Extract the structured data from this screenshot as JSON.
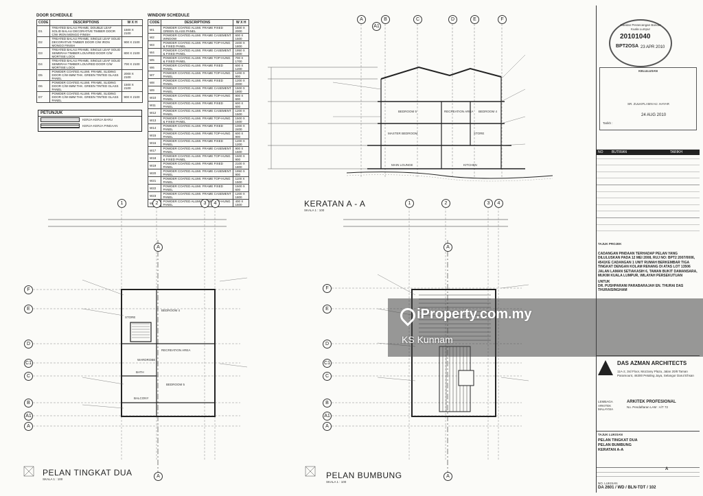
{
  "door_schedule": {
    "title": "DOOR SCHEDULE",
    "headers": [
      "CODE",
      "DESCRIPTIONS",
      "W X H"
    ],
    "rows": [
      [
        "D1",
        "TREATED BALAU FRAME, DOUBLE LEAF SOLID BALAU DECORATIVE TIMBER DOOR C/W IRON MONGO FINISH",
        "1500 X 2100"
      ],
      [
        "D2",
        "TREATED BALAU FRAME, SINGLE LEAF SOLID DECORATIVE TIMBER DOOR C/W IRON MONGO FINISH",
        "900 X 2100"
      ],
      [
        "D3",
        "TREATED BALAU FRAME, SINGLE LEAF SOLID SEMERAH TIMBER LOUVRED DOOR C/W MORTISE LOCK",
        "800 X 2100"
      ],
      [
        "D4",
        "TREATED BALAU FRAME, SINGLE LEAF SOLID SEMERAH TIMBER LOUVRED DOOR C/W MORTISE LOCK",
        "700 X 2100"
      ],
      [
        "D5",
        "POWDER COATED ALUMI. FRAME, SLIDING DOOR C/W 6MM THK. GREEN TINTED GLASS PANEL",
        "2000 X 2100"
      ],
      [
        "D6",
        "POWDER COATED ALUMI. FRAME, SLIDING DOOR C/W 6MM THK. GREEN TINTED GLASS PANEL",
        "1500 X 2100"
      ],
      [
        "D7",
        "POWDER COATED ALUMI. FRAME, SLIDING DOOR C/W 6MM THK. GREEN TINTED GLASS PANEL",
        "900 X 2100"
      ]
    ]
  },
  "window_schedule": {
    "title": "WINDOW SCHEDULE",
    "headers": [
      "CODE",
      "DESCRIPTIONS",
      "W X H"
    ],
    "rows": [
      [
        "W1",
        "POWDER COATED ALUMI. FRAME FIXED GREEN GLASS PANEL",
        "1500 X 2000"
      ],
      [
        "W2",
        "POWDER COATED ALUMI. FRAME CASEMENT WINDOW",
        "600 X 1500"
      ],
      [
        "W3",
        "POWDER COATED ALUMI. FRAME TOP-HUNG & FIXED PANEL",
        "2400 X 1800"
      ],
      [
        "W4",
        "POWDER COATED ALUMI. FRAME CASEMENT & FIXED PANEL",
        "1950 X 1800"
      ],
      [
        "W5",
        "POWDER COATED ALUMI. FRAME TOP-HUNG & FIXED PANEL",
        "700 X 1700"
      ],
      [
        "W6",
        "POWDER COATED ALUMI. FRAME FIXED PANEL",
        "600 X 1200"
      ],
      [
        "W7",
        "POWDER COATED ALUMI. FRAME TOP-HUNG PANEL",
        "1200 X 900"
      ],
      [
        "W8",
        "POWDER COATED ALUMI. FRAME FIXED PANEL",
        "1200 X 2000"
      ],
      [
        "W9",
        "POWDER COATED ALUMI. FRAME CASEMENT PANEL",
        "1500 X 1800"
      ],
      [
        "W10",
        "POWDER COATED ALUMI. FRAME TOP-HUNG PANEL",
        "900 X 600"
      ],
      [
        "W11",
        "POWDER COATED ALUMI. FRAME FIXED PANEL",
        "600 X 600"
      ],
      [
        "W12",
        "POWDER COATED ALUMI. FRAME CASEMENT PANEL",
        "1200 X 1500"
      ],
      [
        "W13",
        "POWDER COATED ALUMI. FRAME TOP-HUNG & FIXED PANEL",
        "1500 X 1500"
      ],
      [
        "W14",
        "POWDER COATED ALUMI. FRAME FIXED PANEL",
        "1000 X 2400"
      ],
      [
        "W15",
        "POWDER COATED ALUMI. FRAME TOP-HUNG PANEL",
        "600 X 900"
      ],
      [
        "W16",
        "POWDER COATED ALUMI. FRAME FIXED PANEL",
        "1200 X 1200"
      ],
      [
        "W17",
        "POWDER COATED ALUMI. FRAME CASEMENT PANEL",
        "900 X 1500"
      ],
      [
        "W18",
        "POWDER COATED ALUMI. FRAME TOP-HUNG & FIXED PANEL",
        "1500 X 900"
      ],
      [
        "W19",
        "POWDER COATED ALUMI. FRAME FIXED PANEL",
        "2100 X 1800"
      ],
      [
        "W20",
        "POWDER COATED ALUMI. FRAME CASEMENT PANEL",
        "1950 X 900"
      ],
      [
        "W21",
        "POWDER COATED ALUMI. FRAME TOP-HUNG PANEL",
        "1100 X 1500"
      ],
      [
        "W22",
        "POWDER COATED ALUMI. FRAME FIXED PANEL",
        "1500 X 600"
      ],
      [
        "W23",
        "POWDER COATED ALUMI. FRAME CASEMENT PANEL",
        "1200 X 1800"
      ],
      [
        "W24",
        "POWDER COATED ALUMI. FRAME TOP-HUNG PANEL",
        "400 X 1500"
      ]
    ]
  },
  "legend": {
    "title": "PETUNJUK",
    "items": [
      "KERJA-KERJA BARU",
      "KERJA-KERJA PINDAAN"
    ]
  },
  "section": {
    "title": "KERATAN A - A",
    "scale": "SKALA 1 : 100",
    "grid": [
      "A",
      "B",
      "C",
      "D",
      "E",
      "F"
    ],
    "marker": "A1",
    "rooms": [
      "BEDROOM 5",
      "RECREATION AREA",
      "BEDROOM 4",
      "MASTER BEDROOM",
      "STORE",
      "MAIN LOUNGE",
      "KITCHEN"
    ]
  },
  "plan_floor2": {
    "title": "PELAN TINGKAT DUA",
    "scale": "SKALA 1 : 100",
    "grid_top": [
      "1",
      "2",
      "3",
      "4"
    ],
    "grid_left": [
      "F",
      "E",
      "D",
      "C1",
      "C",
      "B",
      "A1",
      "A"
    ],
    "rooms": [
      "BEDROOM 4",
      "RECREATION AREA",
      "BEDROOM 5",
      "STORE",
      "BATH",
      "WARDROBE",
      "BALCONY"
    ],
    "section_mark": "A"
  },
  "plan_roof": {
    "title": "PELAN BUMBUNG",
    "scale": "SKALA 1 : 100",
    "grid_top": [
      "1",
      "2",
      "3",
      "4"
    ],
    "grid_left": [
      "F",
      "E",
      "D",
      "C1",
      "C",
      "B",
      "A1",
      "A"
    ],
    "section_mark": "A"
  },
  "stamp": {
    "number": "20101040",
    "ref": "BPT2OSA",
    "date": "23 APR 2010",
    "text": "Jabatan Perancangan Bandar Kuala Lumpur"
  },
  "approval": {
    "heading": "KELULUSAN",
    "signatory": "SR. ZULKIFLI BIN HJ. HAYAR",
    "date": "24 AUG 2010",
    "tarikh_label": "Tarikh :"
  },
  "revision_headers": [
    "NO",
    "BUTIRAN",
    "TARIKH"
  ],
  "project": {
    "label": "TAJUK PROJEK",
    "text": "CADANGAN PINDAAN TERHADAP PELAN YANG DILULUSKAN PADA 12 MEI 2008, RUJ NO: BPT2 2007/0006, 4541KE CADANGAN 1 UNIT RUMAH BERKEMBAR TIGA TINGKAT DENGAN KOLAM RENANG DI ATAS LOT 13506 JALAN LAMAN SETIAKASIH 6, TAMAN BUKIT DAMANSARA, MUKIM KUALA LUMPUR, WILAYAH PERSEKUTUAN",
    "for_label": "UNTUK",
    "client": "DR. PUSHPARANI PARABARAJAH EN. THURAI DAS THURAISINGHAM"
  },
  "architect": {
    "firm": "DAS AZMAN ARCHITECTS",
    "address": "11A-2, 3rd Floor, Mozzany Plaza, Jalan 20/8 Taman Paramount, 46300 Petaling Jaya, Selangor Darul Ehsan",
    "label": "ARKITEK PROFESIONAL",
    "reg": "No. Pendaftaran LAM : A/T 72",
    "logo_text": "LEMBAGA ARKITEK MALAYSIA"
  },
  "drawing_title": {
    "label": "TAJUK LUKISAN",
    "lines": [
      "PELAN TINGKAT DUA",
      "PELAN BUMBUNG",
      "KERATAN A-A"
    ],
    "number_label": "NO. LUKISAN",
    "number": "DA 2601 / WD / BLN-TDT / 102",
    "revision": "A"
  },
  "watermark": {
    "brand": "iProperty.com.my",
    "agent": "KS Kunnam"
  }
}
